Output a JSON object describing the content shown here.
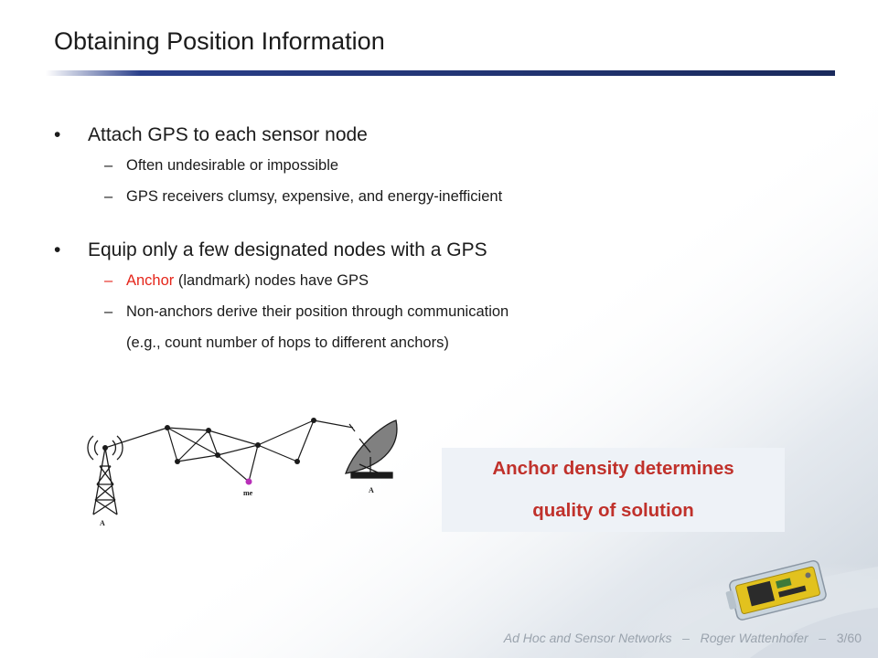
{
  "slide": {
    "title": "Obtaining Position Information",
    "bullets": [
      {
        "text": "Attach GPS to each sensor node",
        "subs": [
          {
            "text": "Often undesirable or impossible"
          },
          {
            "text": "GPS receivers clumsy, expensive, and energy-inefficient"
          }
        ]
      },
      {
        "text": "Equip only a few designated nodes with a GPS",
        "subs": [
          {
            "highlight": "Anchor",
            "rest": " (landmark) nodes have GPS"
          },
          {
            "text": "Non-anchors derive their position through communication",
            "continuation": "(e.g., count number of hops to different anchors)"
          }
        ]
      }
    ],
    "bullet_glyph": "•",
    "dash_glyph": "–",
    "callout": {
      "line1": "Anchor density determines",
      "line2": "quality of solution"
    },
    "diagram": {
      "anchor_label": "A",
      "me_label": "me"
    },
    "footer": {
      "course": "Ad Hoc and Sensor Networks",
      "sep1": "–",
      "author": "Roger Wattenhofer",
      "sep2": "–",
      "page": "3/60"
    },
    "colors": {
      "highlight_red": "#e5261b",
      "callout_text": "#c0312b",
      "callout_bg": "#eef2f7",
      "title_bar_start": "#2a3f8a",
      "title_bar_end": "#1a2a5c",
      "me_node": "#b82fb8"
    }
  }
}
